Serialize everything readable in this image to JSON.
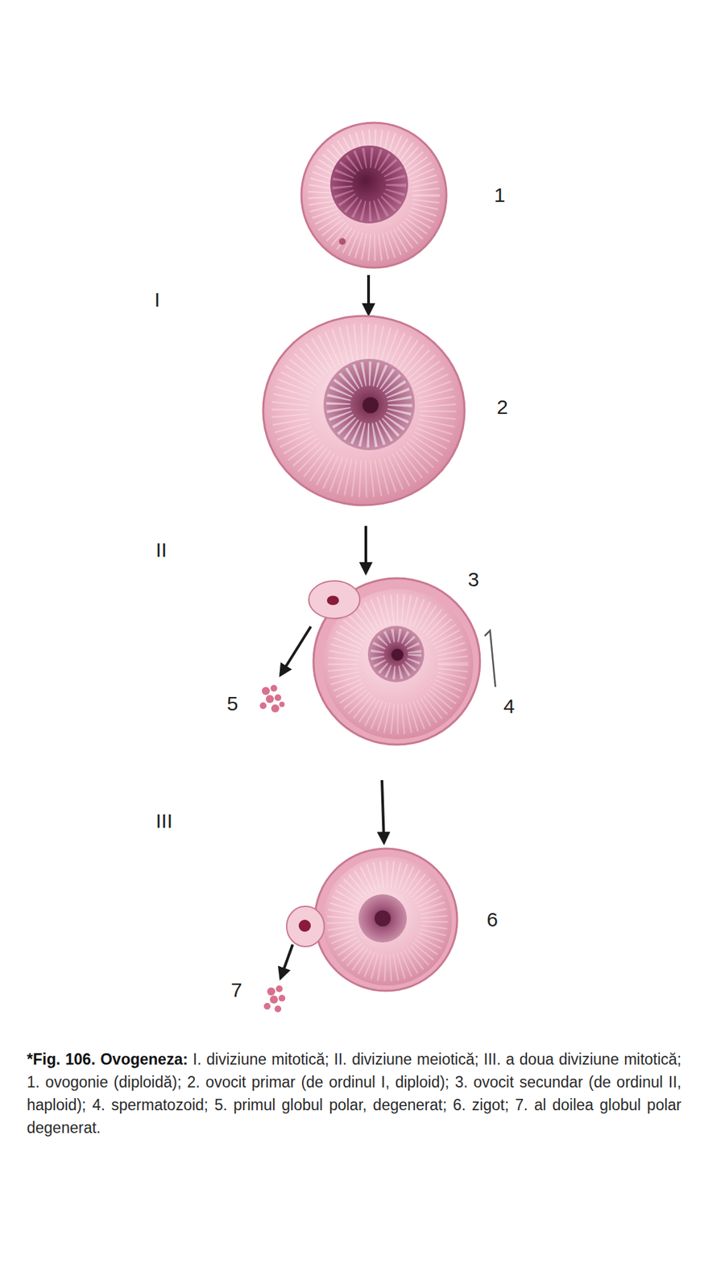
{
  "diagram": {
    "title": "*Fig. 106. Ovogeneza:",
    "caption": "I. diviziune mitotică; II. diviziune meiotică; III. a doua diviziune mitotică; 1. ovogonie (diploidă); 2. ovocit primar (de ordinul I, diploid); 3. ovocit secundar (de ordinul II, haploid); 4. spermatozoid; 5. primul globul polar, degenerat; 6. zigot; 7. al doilea globul polar degenerat.",
    "labels": [
      "1",
      "I",
      "2",
      "II",
      "3",
      "5",
      "4",
      "III",
      "6",
      "7"
    ]
  }
}
